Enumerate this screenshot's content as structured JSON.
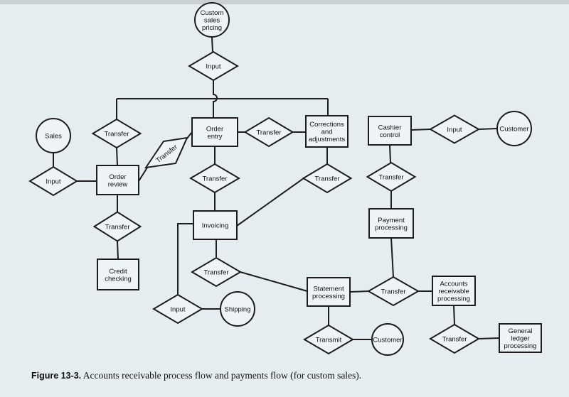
{
  "nodes": {
    "custom_pricing": {
      "shape": "circle",
      "label": [
        "Custom",
        "sales",
        "pricing"
      ]
    },
    "input_top": {
      "shape": "diamond",
      "label": [
        "Input"
      ]
    },
    "transfer_left_top": {
      "shape": "diamond",
      "label": [
        "Transfer"
      ]
    },
    "order_entry": {
      "shape": "rect",
      "label": [
        "Order",
        "entry"
      ]
    },
    "transfer_oe_corr": {
      "shape": "diamond",
      "label": [
        "Transfer"
      ]
    },
    "corrections": {
      "shape": "rect",
      "label": [
        "Corrections",
        "and",
        "adjustments"
      ]
    },
    "sales": {
      "shape": "circle",
      "label": [
        "Sales"
      ]
    },
    "input_sales": {
      "shape": "diamond",
      "label": [
        "Input"
      ]
    },
    "order_review": {
      "shape": "rect",
      "label": [
        "Order",
        "review"
      ]
    },
    "transfer_parallelogram": {
      "shape": "parallelogram",
      "label": [
        "Transfer"
      ]
    },
    "transfer_oe_inv": {
      "shape": "diamond",
      "label": [
        "Transfer"
      ]
    },
    "transfer_corr": {
      "shape": "diamond",
      "label": [
        "Transfer"
      ]
    },
    "invoicing": {
      "shape": "rect",
      "label": [
        "Invoicing"
      ]
    },
    "transfer_review_credit": {
      "shape": "diamond",
      "label": [
        "Transfer"
      ]
    },
    "credit_checking": {
      "shape": "rect",
      "label": [
        "Credit",
        "checking"
      ]
    },
    "transfer_inv_stmt": {
      "shape": "diamond",
      "label": [
        "Transfer"
      ]
    },
    "input_shipping": {
      "shape": "diamond",
      "label": [
        "Input"
      ]
    },
    "shipping": {
      "shape": "circle",
      "label": [
        "Shipping"
      ]
    },
    "statement": {
      "shape": "rect",
      "label": [
        "Statement",
        "processing"
      ]
    },
    "transfer_center": {
      "shape": "diamond",
      "label": [
        "Transfer"
      ]
    },
    "payment": {
      "shape": "rect",
      "label": [
        "Payment",
        "processing"
      ]
    },
    "cashier": {
      "shape": "rect",
      "label": [
        "Cashier",
        "control"
      ]
    },
    "transfer_cashier": {
      "shape": "diamond",
      "label": [
        "Transfer"
      ]
    },
    "input_customer": {
      "shape": "diamond",
      "label": [
        "Input"
      ]
    },
    "customer_top": {
      "shape": "circle",
      "label": [
        "Customer"
      ]
    },
    "ar_processing": {
      "shape": "rect",
      "label": [
        "Accounts",
        "receivable",
        "processing"
      ]
    },
    "transfer_gl": {
      "shape": "diamond",
      "label": [
        "Transfer"
      ]
    },
    "general_ledger": {
      "shape": "rect",
      "label": [
        "General",
        "ledger",
        "processing"
      ]
    },
    "transmit": {
      "shape": "diamond",
      "label": [
        "Transmit"
      ]
    },
    "customer_bottom": {
      "shape": "circle",
      "label": [
        "Customer"
      ]
    }
  },
  "caption": {
    "figure": "Figure 13-3.",
    "text": " Accounts receivable process flow and payments flow (for custom sales)."
  }
}
